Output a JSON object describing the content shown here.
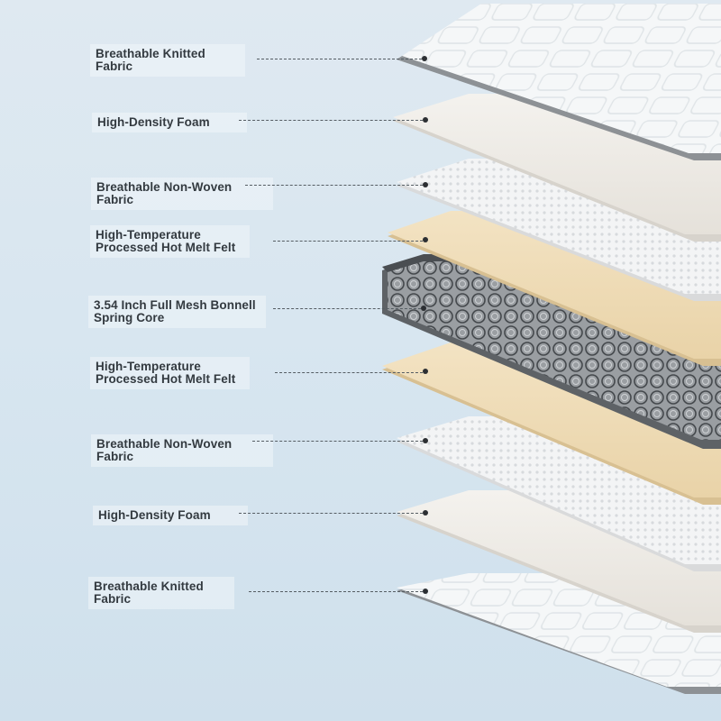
{
  "layers": [
    {
      "label": "Breathable Knitted Fabric"
    },
    {
      "label": "High-Density Foam"
    },
    {
      "label": "Breathable Non-Woven Fabric"
    },
    {
      "label": "High-Temperature Processed Hot Melt Felt"
    },
    {
      "label": "3.54 Inch Full Mesh Bonnell Spring Core"
    },
    {
      "label": "High-Temperature Processed Hot Melt Felt"
    },
    {
      "label": "Breathable Non-Woven Fabric"
    },
    {
      "label": "High-Density Foam"
    },
    {
      "label": "Breathable Knitted Fabric"
    }
  ],
  "colors": {
    "background": "#dbe7f0",
    "knitted_fabric": "#f4f6f7",
    "foam": "#ece9e3",
    "non_woven": "#f2f2f2",
    "hot_melt_felt": "#efdcb8",
    "spring_core": "#6f7377",
    "leader_line": "#555d63",
    "dot": "#2c2f33"
  }
}
